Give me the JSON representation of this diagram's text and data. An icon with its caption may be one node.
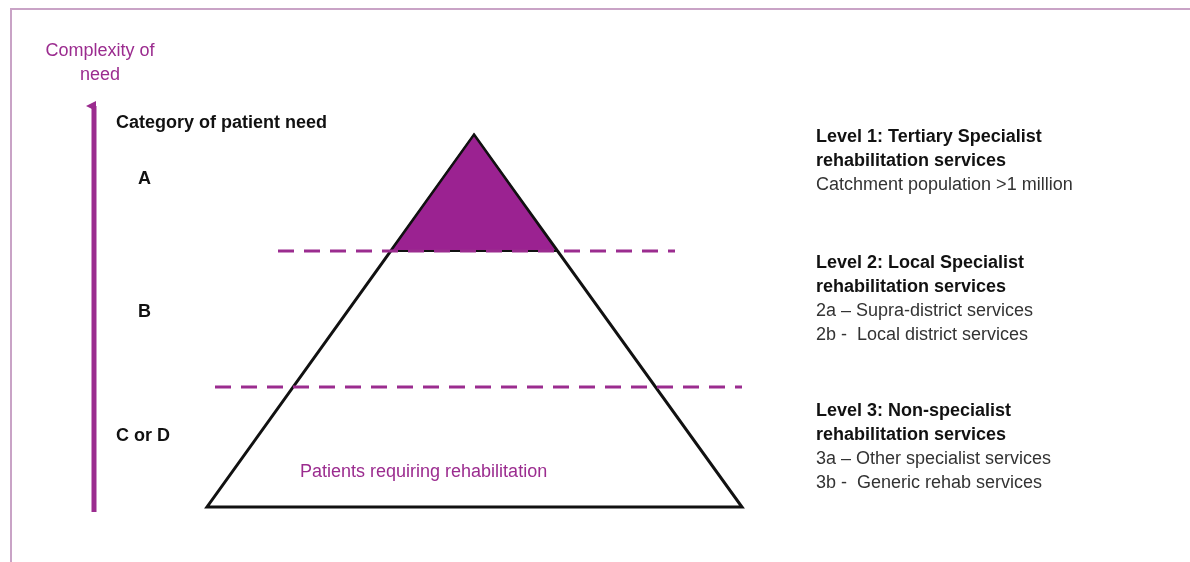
{
  "diagram": {
    "labels": [
      "Complexity of need",
      "Category of patient need",
      "A",
      "B",
      "C or D",
      "Level 1: Tertiary Specialist rehabilitation services",
      "Catchment population >1 million",
      "Level 2: Local Specialist rehabilitation services",
      "2a – Supra-district services",
      "2b -  Local district services",
      "Level 3: Non-specialist rehabilitation services",
      "3a – Other specialist services",
      "3b -  Generic rehab services",
      "Patients requiring rehabilitation"
    ]
  }
}
